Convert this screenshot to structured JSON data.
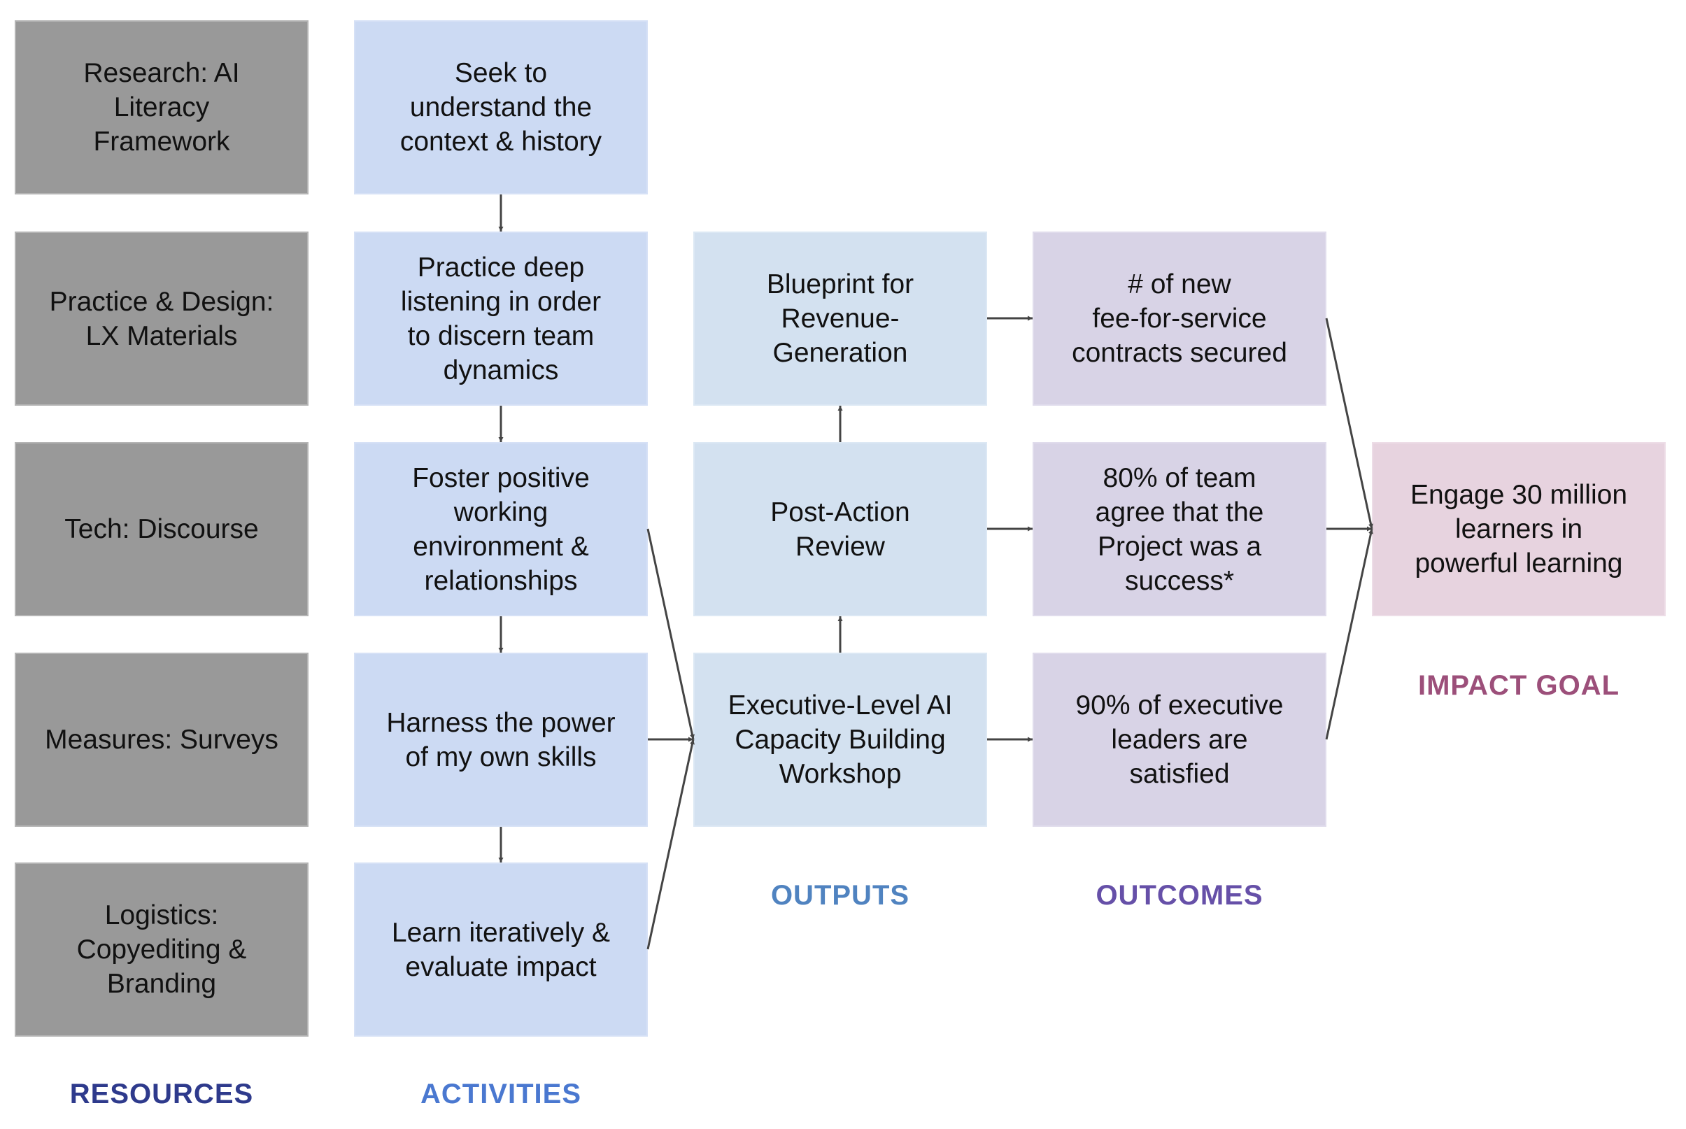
{
  "resources": [
    "Research: AI\nLiteracy\nFramework",
    "Practice & Design:\nLX Materials",
    "Tech: Discourse",
    "Measures: Surveys",
    "Logistics:\nCopyediting &\nBranding"
  ],
  "activities": [
    "Seek to\nunderstand the\ncontext & history",
    "Practice deep\nlistening in order\nto discern team\ndynamics",
    "Foster positive\nworking\nenvironment &\nrelationships",
    "Harness the power\nof my own skills",
    "Learn iteratively &\nevaluate impact"
  ],
  "outputs": [
    "Blueprint for\nRevenue-\nGeneration",
    "Post-Action\nReview",
    "Executive-Level AI\nCapacity Building\nWorkshop"
  ],
  "outcomes": [
    "# of new\nfee-for-service\ncontracts secured",
    "80% of team\nagree that the\nProject was a\nsuccess*",
    "90% of executive\nleaders are\nsatisfied"
  ],
  "impact": "Engage 30 million\nlearners in\npowerful learning",
  "labels": {
    "resources": "RESOURCES",
    "activities": "ACTIVITIES",
    "outputs": "OUTPUTS",
    "outcomes": "OUTCOMES",
    "impact": "IMPACT GOAL"
  },
  "colors": {
    "resources_label": "#2e3a8c",
    "activities_label": "#4a78d0",
    "outputs_label": "#5083c0",
    "outcomes_label": "#6650a8",
    "impact_label": "#9c4f7a",
    "arrow": "#444444"
  }
}
